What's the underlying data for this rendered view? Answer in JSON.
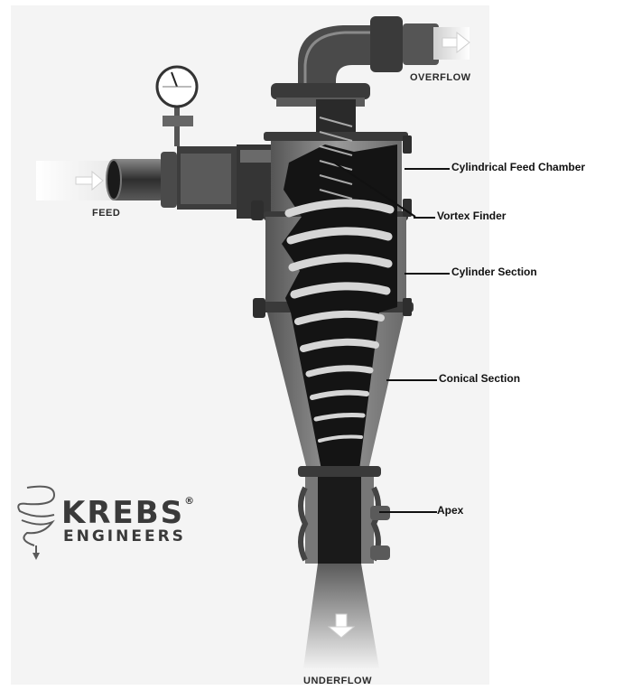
{
  "labels": {
    "overflow": "OVERFLOW",
    "feed": "FEED",
    "underflow": "UNDERFLOW",
    "cylindrical_feed_chamber": "Cylindrical Feed Chamber",
    "vortex_finder": "Vortex Finder",
    "cylinder_section": "Cylinder Section",
    "conical_section": "Conical Section",
    "apex": "Apex"
  },
  "logo": {
    "name": "KREBS",
    "registered_mark": "®",
    "subtitle": "ENGINEERS"
  },
  "colors": {
    "background": "#ffffff",
    "metal_dark": "#3c3c3c",
    "metal_mid": "#6e6e6e",
    "metal_light": "#bdbdbd",
    "interior": "#1a1a1a",
    "swirl": "#d8d8d8",
    "flow_arrow": "#e0e0e0",
    "label_text": "#111111"
  },
  "icons": [
    "krebs-swirl-icon",
    "pressure-gauge-icon",
    "feed-arrow-icon",
    "overflow-arrow-icon",
    "underflow-arrow-icon"
  ]
}
